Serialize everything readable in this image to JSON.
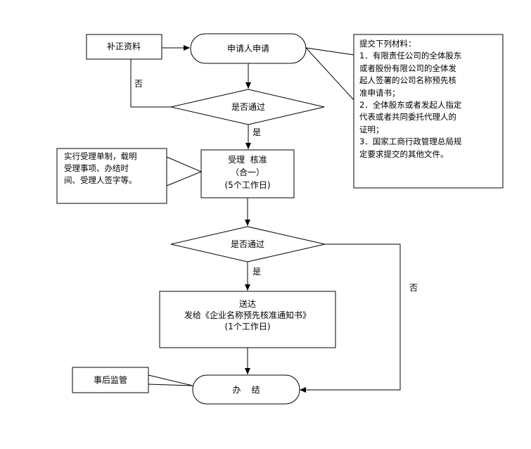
{
  "nodes": {
    "supplement": "补正资料",
    "apply": "申请人申请",
    "decision1": "是否通过",
    "accept": [
      "受理  核准",
      "（合一）",
      "(5个工作日)"
    ],
    "decision2": "是否通过",
    "deliver": [
      "送达",
      "发给《企业名称预先核准通知书》",
      "(1个工作日)"
    ],
    "finish": "办    结",
    "supervise": "事后监管"
  },
  "edge_labels": {
    "no1": "否",
    "yes1": "是",
    "yes2": "是",
    "no2": "否"
  },
  "notes": {
    "materials": [
      "提交下列材料：",
      "1．有限责任公司的全体股东",
      "或者股份有限公司的全体发",
      "起人签署的公司名称预先核",
      "准申请书；",
      "2．全体股东或者发起人指定",
      "代表或者共同委托代理人的",
      "证明；",
      "3．国家工商行政管理总局规",
      "定要求提交的其他文件。"
    ],
    "acceptance": [
      "实行受理单制，载明",
      "受理事项、办结时",
      "间、受理人签字等。"
    ]
  }
}
